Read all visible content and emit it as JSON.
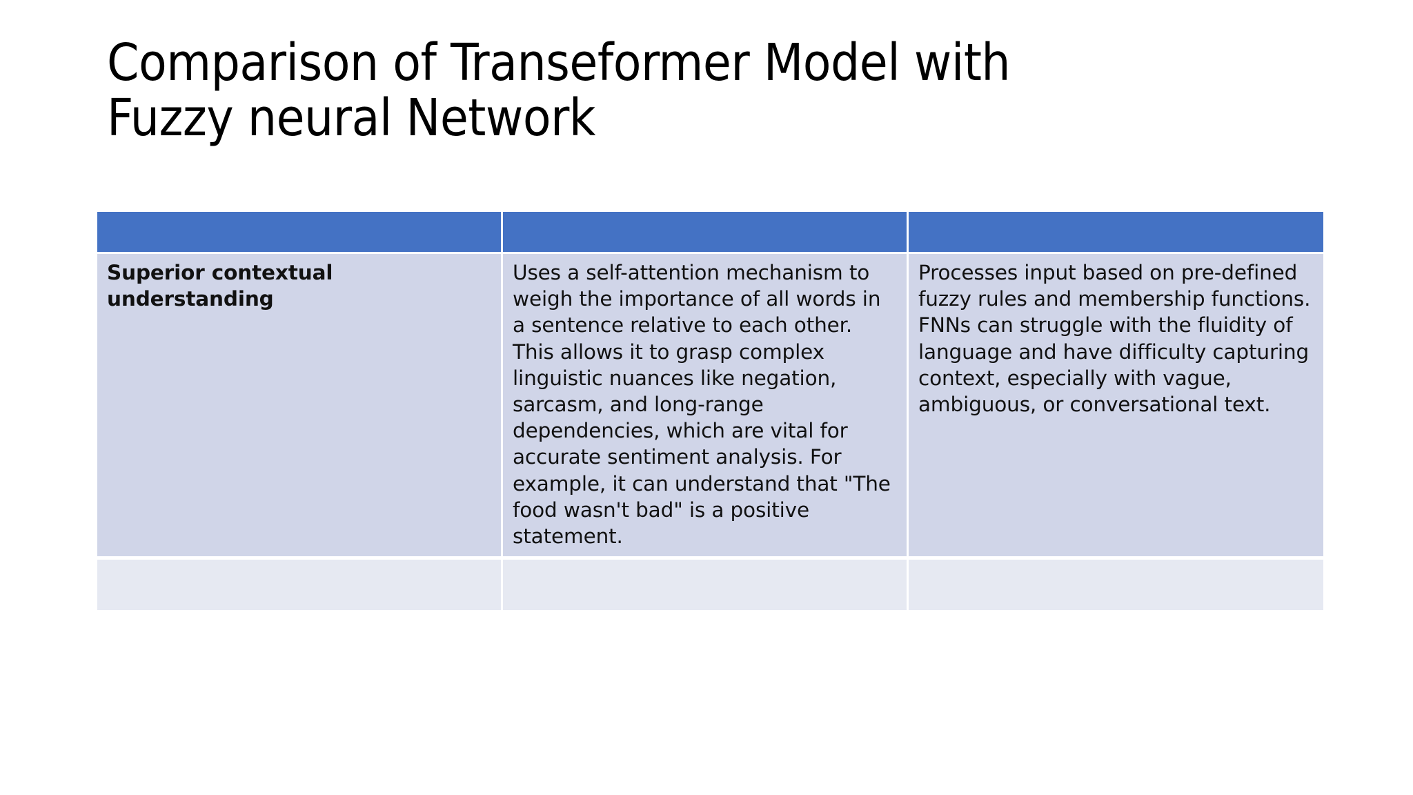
{
  "slide": {
    "title": "Comparison of Transeformer Model with\nFuzzy neural Network",
    "background_color": "#FFFFFF"
  },
  "table": {
    "header_color": "#4472C4",
    "row_band_color": "#D0D5E8",
    "row_band_alt_color": "#E6E9F2",
    "gridline_color": "#FFFFFF",
    "columns": [
      {
        "key": "aspect",
        "header": ""
      },
      {
        "key": "transformer",
        "header": ""
      },
      {
        "key": "fnn",
        "header": ""
      }
    ],
    "rows": [
      {
        "aspect": "Superior contextual understanding",
        "transformer": "Uses a self-attention mechanism to weigh the importance of all words in a sentence relative to each other. This allows it to grasp complex linguistic nuances like negation, sarcasm, and long-range dependencies, which are vital for accurate sentiment analysis. For example, it can understand that \"The food wasn't bad\" is a positive statement.",
        "fnn": "Processes input based on pre-defined fuzzy rules and membership functions. FNNs can struggle with the fluidity of language and have difficulty capturing context, especially with vague, ambiguous, or conversational text."
      },
      {
        "aspect": "",
        "transformer": "",
        "fnn": ""
      }
    ]
  }
}
